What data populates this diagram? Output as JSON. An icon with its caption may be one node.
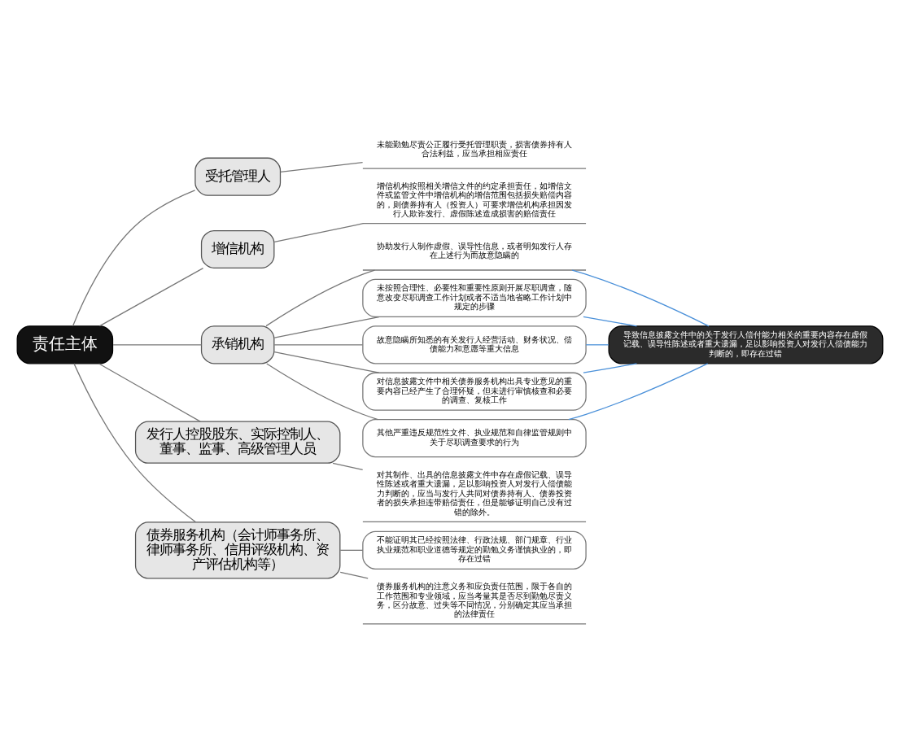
{
  "diagram": {
    "nodes": [
      {
        "text": [
          "责任主体"
        ]
      },
      {
        "text": [
          "受托管理人"
        ]
      },
      {
        "text": [
          "未能勤勉尽责公正履行受托管理职责，损害债券持有人合法利益，应当承担相应责任"
        ]
      },
      {
        "text": [
          "增信机构"
        ]
      },
      {
        "text": [
          "增信机构按照相关增信文件的约定承担责任，如增信文件或监管文件中增信机构的增信范围包括损失赔偿内容的，则债券持有人（投资人）可要求增信机构承担因发行人欺诈发行、虚假陈述造成损害的赔偿责任"
        ]
      },
      {
        "text": [
          "承销机构"
        ]
      },
      {
        "text": [
          "协助发行人制作虚假、误导性信息，或者明知发行人存在上述行为而故意隐瞒的"
        ]
      },
      {
        "text": [
          "未按照合理性、必要性和重要性原则开展尽职调查，随意改变尽职调查工作计划或者不适当地省略工作计划中规定的步骤"
        ]
      },
      {
        "text": [
          "故意隐瞒所知悉的有关发行人经营活动、财务状况、偿债能力和意愿等重大信息"
        ]
      },
      {
        "text": [
          "对信息披露文件中相关债券服务机构出具专业意见的重要内容已经产生了合理怀疑，但未进行审慎核查和必要的调查、复核工作"
        ]
      },
      {
        "text": [
          "其他严重违反规范性文件、执业规范和自律监管规则中关于尽职调查要求的行为"
        ]
      },
      {
        "text": [
          "导致信息披露文件中的关于发行人偿付能力相关的重要内容存在虚假记载、误导性陈述或者重大遗漏，足以影响投资人对发行人偿债能力判断的，即存在过错"
        ]
      },
      {
        "text": [
          "发行人控股股东、实际控制人、董事、监事、高级管理人员"
        ]
      },
      {
        "text": [
          "对其制作、出具的信息披露文件中存在虚假记载、误导性陈述或者重大遗漏，足以影响投资人对发行人偿债能力判断的，应当与发行人共同对债券持有人、债券投资者的损失承担连带赔偿责任，但是能够证明自己没有过错的除外。"
        ]
      },
      {
        "text": [
          "债券服务机构（会计师事务所、律师事务所、信用评级机构、资产评估机构等）"
        ]
      },
      {
        "text": [
          "不能证明其已经按照法律、行政法规、部门规章、行业执业规范和职业道德等规定的勤勉义务谨慎执业的，即存在过错"
        ]
      },
      {
        "text": [
          "债券服务机构的注意义务和应负责任范围，限于各自的工作范围和专业领域，应当考量其是否尽到勤勉尽责义务，区分故意、过失等不同情况，分别确定其应当承担的法律责任"
        ]
      }
    ],
    "edges": [
      {
        "from": 0,
        "to": 1,
        "arrow": "none"
      },
      {
        "from": 0,
        "to": 3,
        "arrow": "none"
      },
      {
        "from": 0,
        "to": 5,
        "arrow": "none"
      },
      {
        "from": 0,
        "to": 12,
        "arrow": "none"
      },
      {
        "from": 0,
        "to": 14,
        "arrow": "none"
      },
      {
        "from": 1,
        "to": 2,
        "arrow": "none"
      },
      {
        "from": 3,
        "to": 4,
        "arrow": "none"
      },
      {
        "from": 5,
        "to": 6,
        "arrow": "none"
      },
      {
        "from": 5,
        "to": 7,
        "arrow": "none"
      },
      {
        "from": 5,
        "to": 8,
        "arrow": "none"
      },
      {
        "from": 5,
        "to": 9,
        "arrow": "none"
      },
      {
        "from": 5,
        "to": 10,
        "arrow": "none"
      },
      {
        "from": 6,
        "to": 11,
        "arrow": "none",
        "color": "#4a90d9"
      },
      {
        "from": 7,
        "to": 11,
        "arrow": "none",
        "color": "#4a90d9"
      },
      {
        "from": 8,
        "to": 11,
        "arrow": "none",
        "color": "#4a90d9"
      },
      {
        "from": 9,
        "to": 11,
        "arrow": "none",
        "color": "#4a90d9"
      },
      {
        "from": 10,
        "to": 11,
        "arrow": "none",
        "color": "#4a90d9"
      },
      {
        "from": 12,
        "to": 13,
        "arrow": "none"
      },
      {
        "from": 14,
        "to": 15,
        "arrow": "none"
      },
      {
        "from": 14,
        "to": 16,
        "arrow": "none"
      }
    ]
  }
}
